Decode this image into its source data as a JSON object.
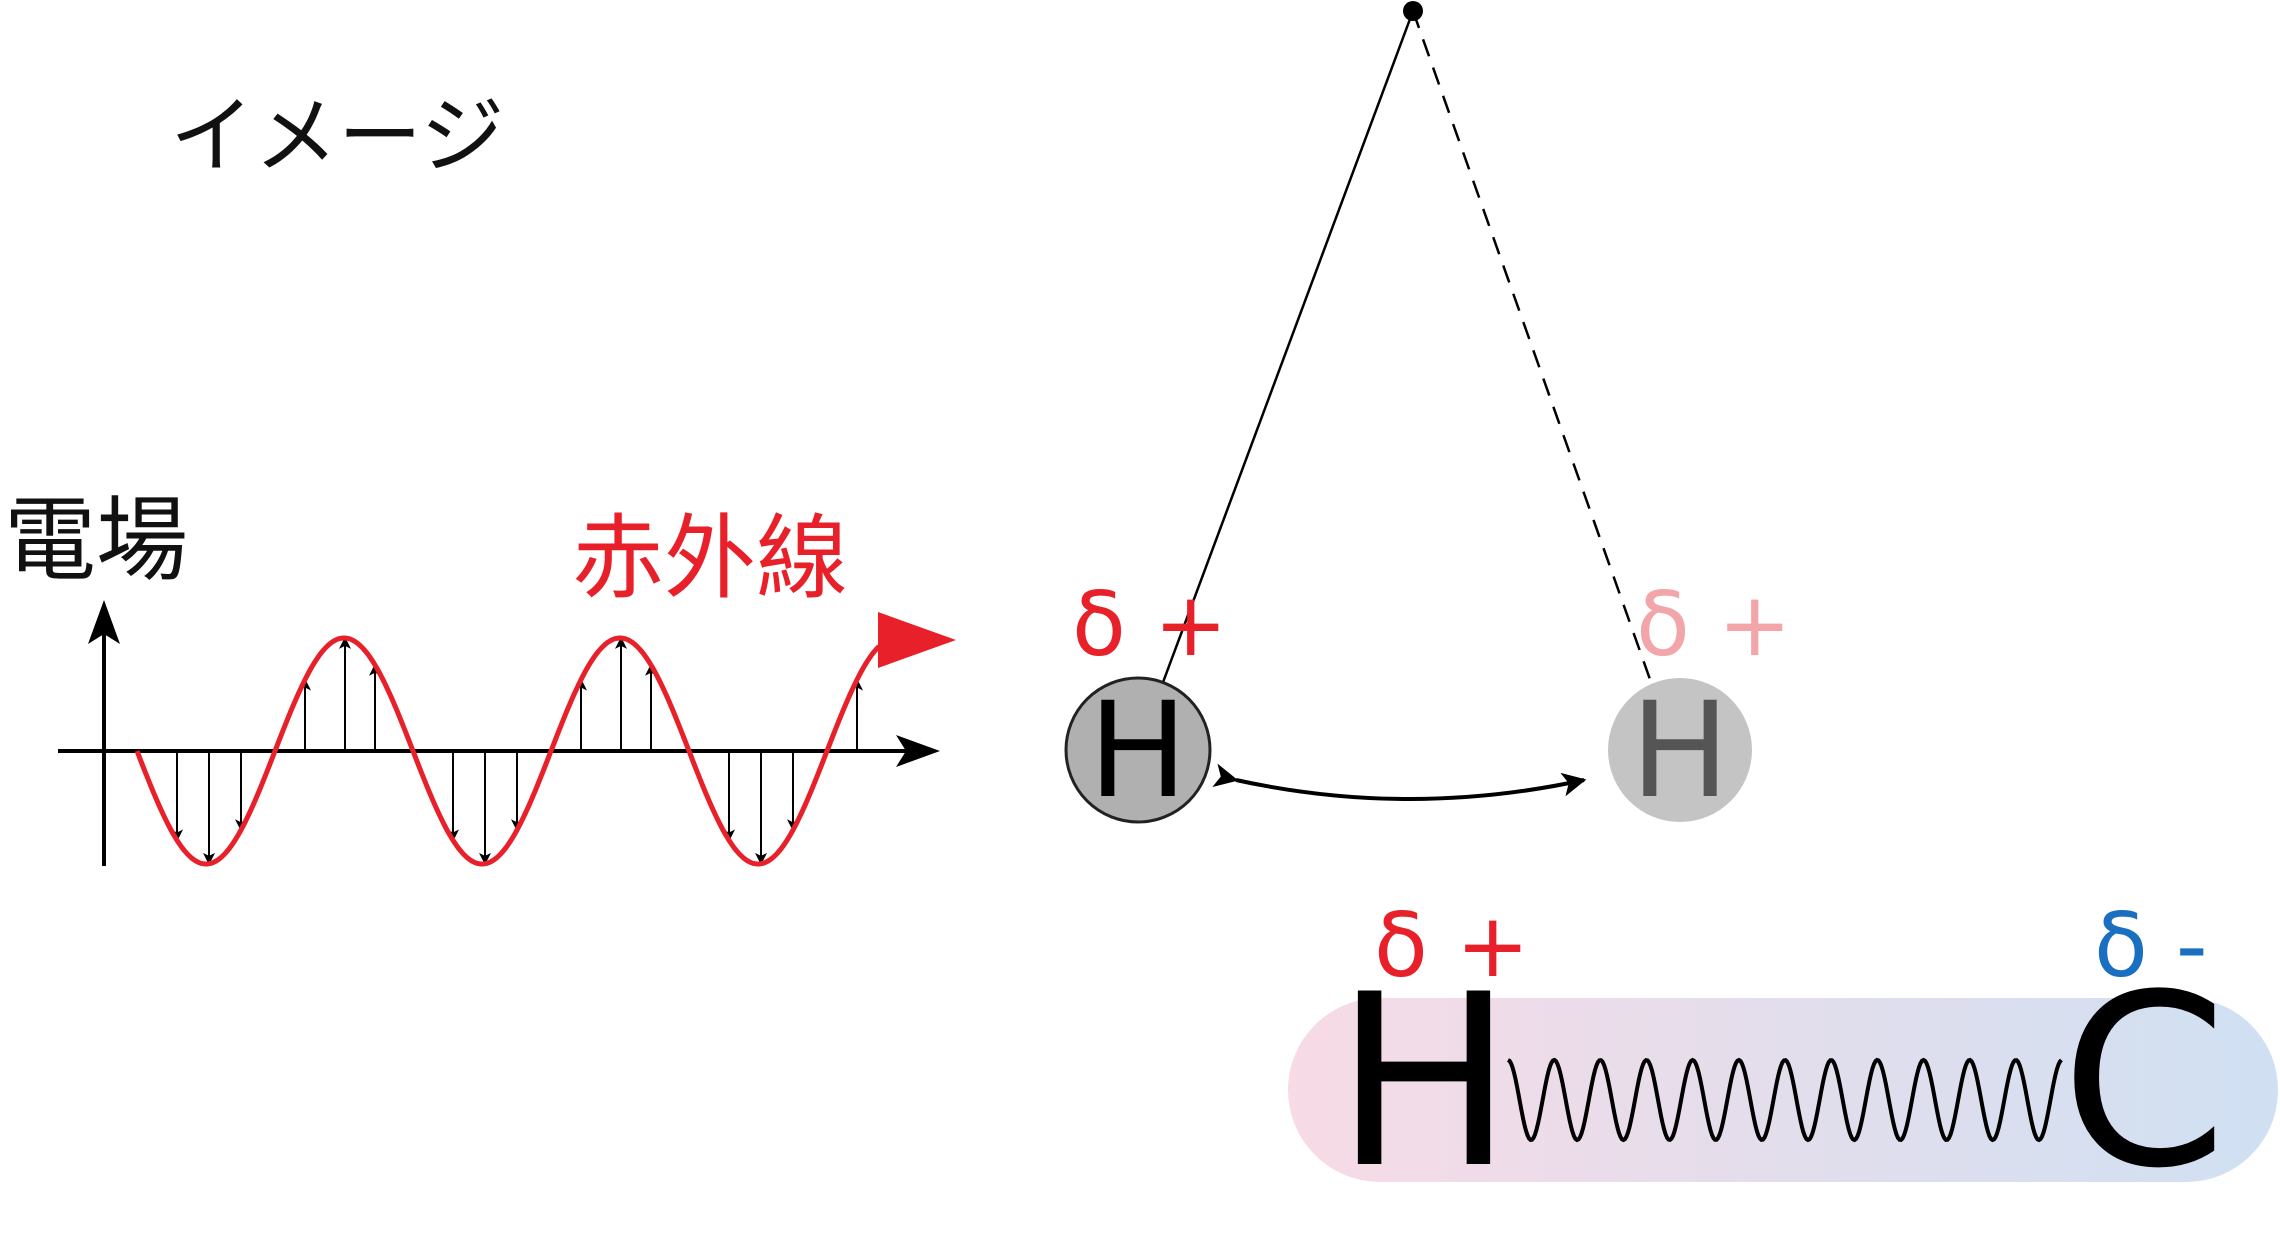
{
  "title": "イメージ",
  "wave_panel": {
    "y_axis_label": "電場",
    "wave_label": "赤外線",
    "wave_color": "#e8202a",
    "arrow_color": "#000000"
  },
  "pendulum": {
    "left_atom": {
      "symbol": "H",
      "charge": "δ +",
      "fill": "#b0b0b0",
      "charge_color": "#e8202a"
    },
    "right_atom": {
      "symbol": "H",
      "charge": "δ +",
      "fill": "#c4c4c4",
      "charge_color": "#f2a6aa",
      "ghost": true
    }
  },
  "bond": {
    "left_atom": {
      "symbol": "H",
      "charge": "δ +",
      "charge_color": "#e8202a"
    },
    "right_atom": {
      "symbol": "C",
      "charge": "δ -",
      "charge_color": "#1a6fc0"
    },
    "gradient_start": "#f7dbe6",
    "gradient_end": "#cfe0f2"
  }
}
